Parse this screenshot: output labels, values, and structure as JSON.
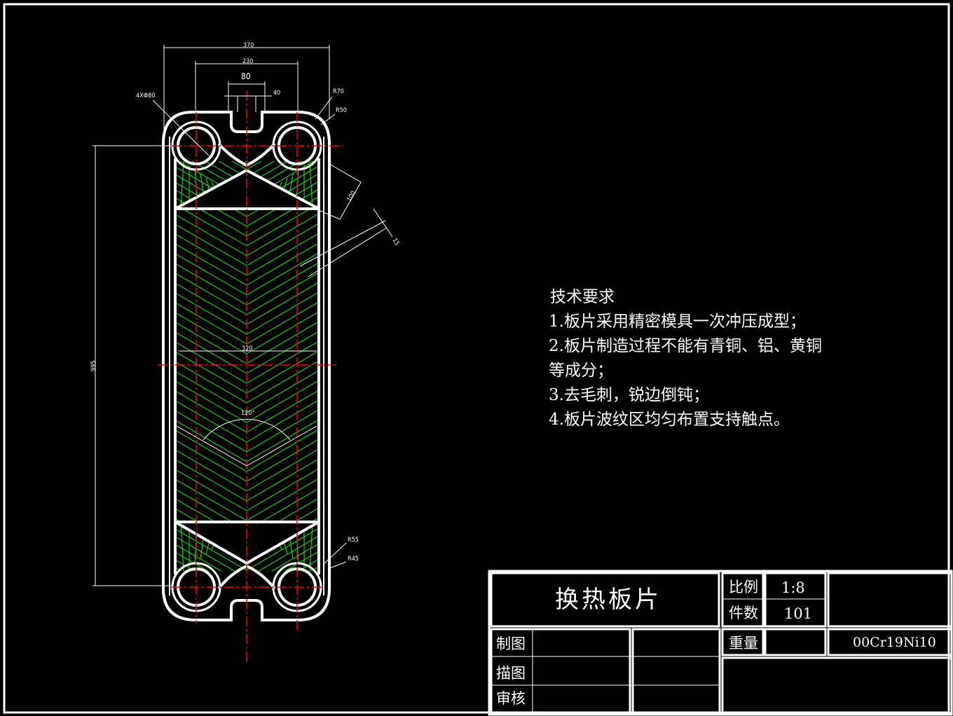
{
  "drawing": {
    "dimensions": {
      "overall_width": "370",
      "port_spacing": "230",
      "slot_width": "80",
      "slot_neck": "40",
      "port_holes": "4XΦ80",
      "outer_radius": "R70",
      "inner_radius": "R50",
      "gasket_dim": "100",
      "gasket_gap": "15",
      "port_center_distance": "995",
      "corrugation_width": "320",
      "chevron_angle": "120°",
      "bottom_radius_outer": "R55",
      "bottom_radius_inner": "R45"
    },
    "colors": {
      "outline": "#ffffff",
      "hatch": "#00ff00",
      "centerline": "#ff0000"
    }
  },
  "requirements": {
    "title": "技术要求",
    "items": [
      "1.板片采用精密模具一次冲压成型；",
      "2.板片制造过程不能有青铜、铝、黄铜",
      "等成分；",
      "3.去毛刺，锐边倒钝；",
      "4.板片波纹区均匀布置支持触点。"
    ]
  },
  "title_block": {
    "part_name": "换热板片",
    "scale_label": "比例",
    "scale_value": "1:8",
    "quantity_label": "件数",
    "quantity_value": "101",
    "weight_label": "重量",
    "material": "00Cr19Ni10",
    "drawn_label": "制图",
    "traced_label": "描图",
    "checked_label": "审核"
  }
}
